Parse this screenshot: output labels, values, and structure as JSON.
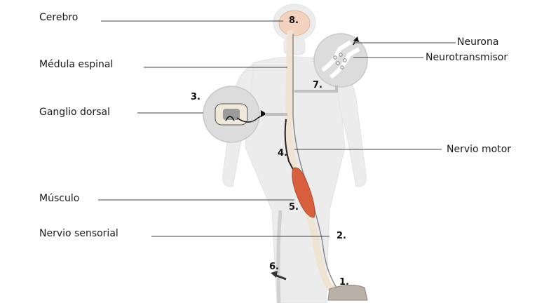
{
  "labels": {
    "cerebro": "Cerebro",
    "medula": "Médula espinal",
    "ganglio": "Ganglio dorsal",
    "musculo": "Músculo",
    "nervio_sensorial": "Nervio sensorial",
    "neurona": "Neurona",
    "neurotransmisor": "Neurotransmisor",
    "nervio_motor": "Nervio motor"
  },
  "steps": [
    "1.",
    "2.",
    "3.",
    "4.",
    "5.",
    "6.",
    "7.",
    "8."
  ],
  "colors": {
    "body": "#e9e9e9",
    "nerve": "#efe6d8",
    "brain": "#f2d2bf",
    "muscle": "#d9603f",
    "leader": "#444444",
    "callout": "#d9d9d9"
  }
}
